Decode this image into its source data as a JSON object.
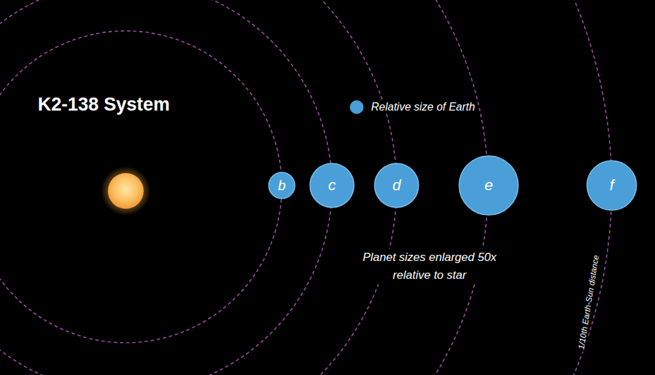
{
  "diagram": {
    "title": "K2-138 System",
    "nodes": [
      {
        "text": [
          "b"
        ]
      },
      {
        "text": [
          "c"
        ]
      },
      {
        "text": [
          "d"
        ]
      },
      {
        "text": [
          "e"
        ]
      },
      {
        "text": [
          "f"
        ]
      }
    ],
    "labels": [
      "Planet sizes enlarged 50x relative to star",
      "1/10th Earth-Sun distance"
    ],
    "legend": [
      {
        "text": "Relative size of Earth",
        "color": "#4a9fd8"
      }
    ]
  }
}
